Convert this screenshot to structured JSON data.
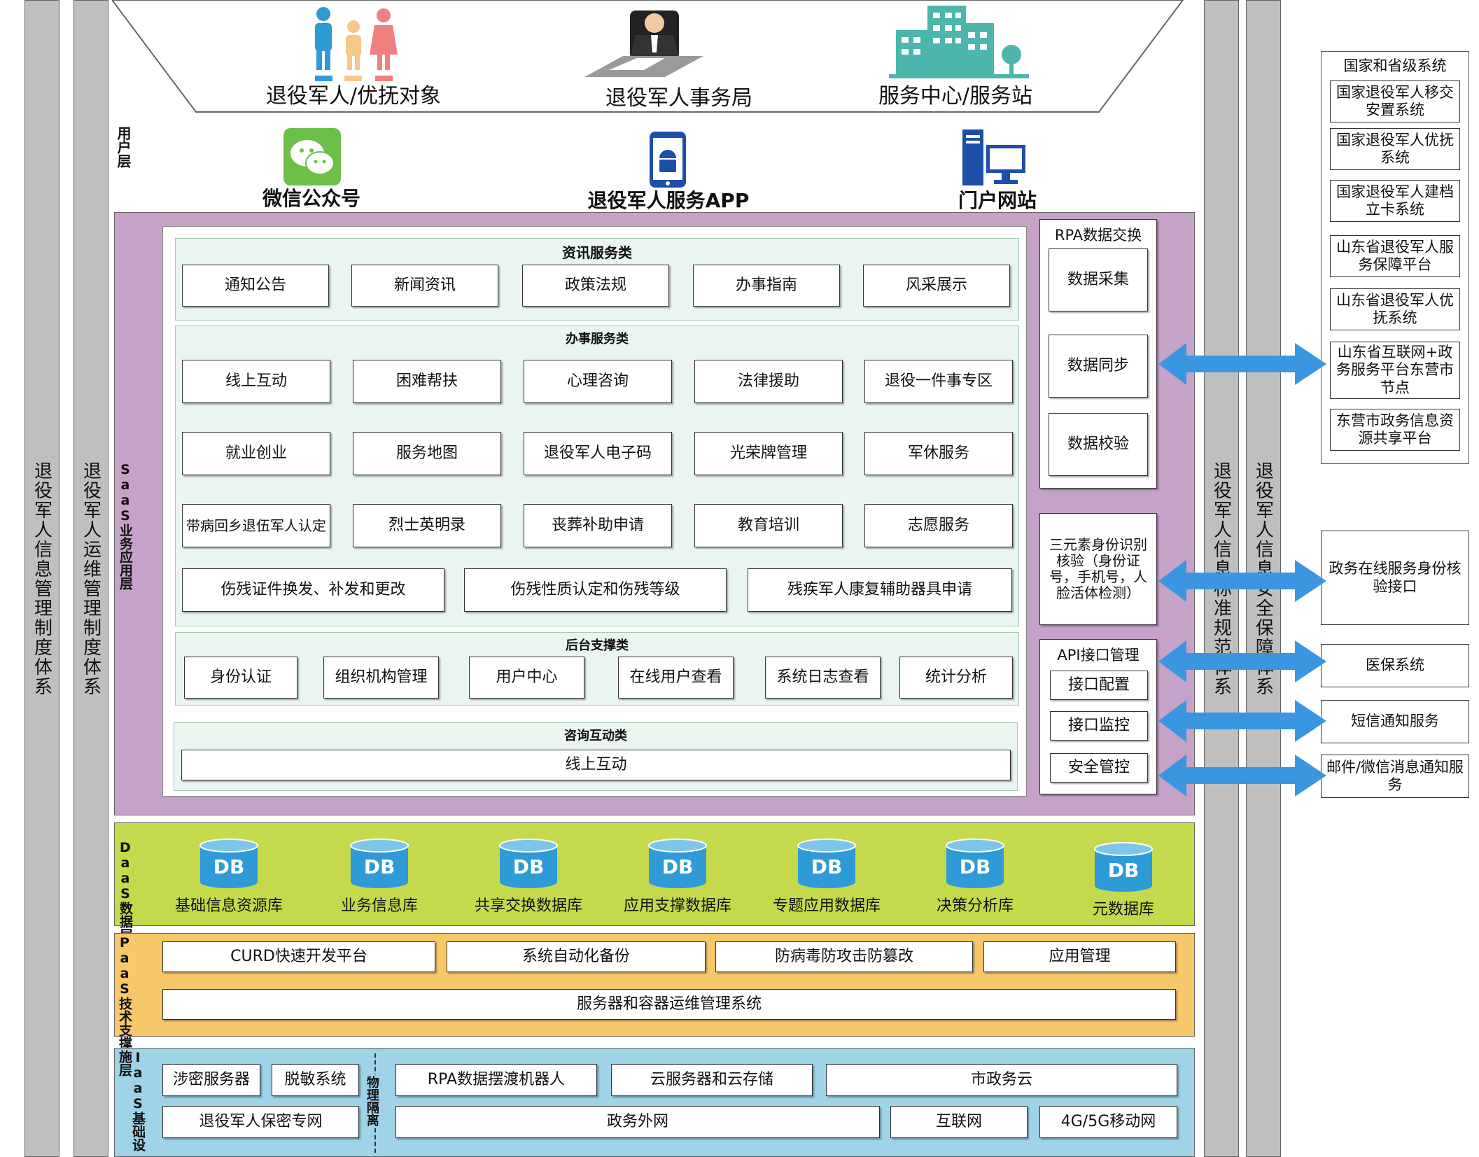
{
  "left_bars": [
    "退役军人信息管理制度体系",
    "退役军人运维管理制度体系"
  ],
  "right_bars": [
    "退役军人信息标准规范体系",
    "退役军人信息安全保障体系"
  ],
  "personas": [
    "退役军人/优抚对象",
    "退役军人事务局",
    "服务中心/服务站"
  ],
  "user_layer": {
    "label": "用户层",
    "channels": [
      "微信公众号",
      "退役军人服务APP",
      "门户网站"
    ]
  },
  "saas": {
    "label": "SaaS业务应用层",
    "info": {
      "title": "资讯服务类",
      "items": [
        "通知公告",
        "新闻资讯",
        "政策法规",
        "办事指南",
        "风采展示"
      ]
    },
    "affairs": {
      "title": "办事服务类",
      "rows": [
        [
          "线上互动",
          "困难帮扶",
          "心理咨询",
          "法律援助",
          "退役一件事专区"
        ],
        [
          "就业创业",
          "服务地图",
          "退役军人电子码",
          "光荣牌管理",
          "军休服务"
        ],
        [
          "带病回乡退伍军人认定",
          "烈士英明录",
          "丧葬补助申请",
          "教育培训",
          "志愿服务"
        ]
      ],
      "wide": [
        "伤残证件换发、补发和更改",
        "伤残性质认定和伤残等级",
        "残疾军人康复辅助器具申请"
      ]
    },
    "backend": {
      "title": "后台支撑类",
      "items": [
        "身份认证",
        "组织机构管理",
        "用户中心",
        "在线用户查看",
        "系统日志查看",
        "统计分析"
      ]
    },
    "consult": {
      "title": "咨询互动类",
      "items": [
        "线上互动"
      ]
    },
    "rpa": {
      "title": "RPA数据交换",
      "items": [
        "数据采集",
        "数据同步",
        "数据校验"
      ]
    },
    "identity": {
      "text": "三元素身份识别核验（身份证号，手机号，人脸活体检测）"
    },
    "api": {
      "title": "API接口管理",
      "items": [
        "接口配置",
        "接口监控",
        "安全管控"
      ]
    }
  },
  "daas": {
    "label": "DaaS数据层",
    "db_icon": "DB",
    "dbs": [
      "基础信息资源库",
      "业务信息库",
      "共享交换数据库",
      "应用支撑数据库",
      "专题应用数据库",
      "决策分析库",
      "元数据库"
    ]
  },
  "paas": {
    "label": "PaaS技术支撑层",
    "row1": [
      "CURD快速开发平台",
      "系统自动化备份",
      "防病毒防攻击防篡改",
      "应用管理"
    ],
    "row2": "服务器和容器运维管理系统"
  },
  "iaas": {
    "label": "IaaS基础设施层",
    "physical": "物理隔离",
    "left_row1": [
      "涉密服务器",
      "脱敏系统"
    ],
    "left_row2": "退役军人保密专网",
    "right_row1": [
      "RPA数据摆渡机器人",
      "云服务器和云存储",
      "市政务云"
    ],
    "right_row2": [
      "政务外网",
      "互联网",
      "4G/5G移动网"
    ]
  },
  "external": {
    "group_title": "国家和省级系统",
    "group_items": [
      "国家退役军人移交安置系统",
      "国家退役军人优抚系统",
      "国家退役军人建档立卡系统",
      "山东省退役军人服务保障平台",
      "山东省退役军人优抚系统",
      "山东省互联网+政务服务平台东营市节点",
      "东营市政务信息资源共享平台"
    ],
    "others": [
      "政务在线服务身份核验接口",
      "医保系统",
      "短信通知服务",
      "邮件/微信消息通知服务"
    ]
  },
  "colors": {
    "saas_bg": "#c5a3c9",
    "daas_bg": "#c4d94b",
    "paas_bg": "#f7c86a",
    "iaas_bg": "#9fd3e8",
    "section_bg": "#eaf5ef",
    "arrow": "#3a96e0",
    "bar": "#bfbfbf",
    "db": "#2e9bd6"
  }
}
